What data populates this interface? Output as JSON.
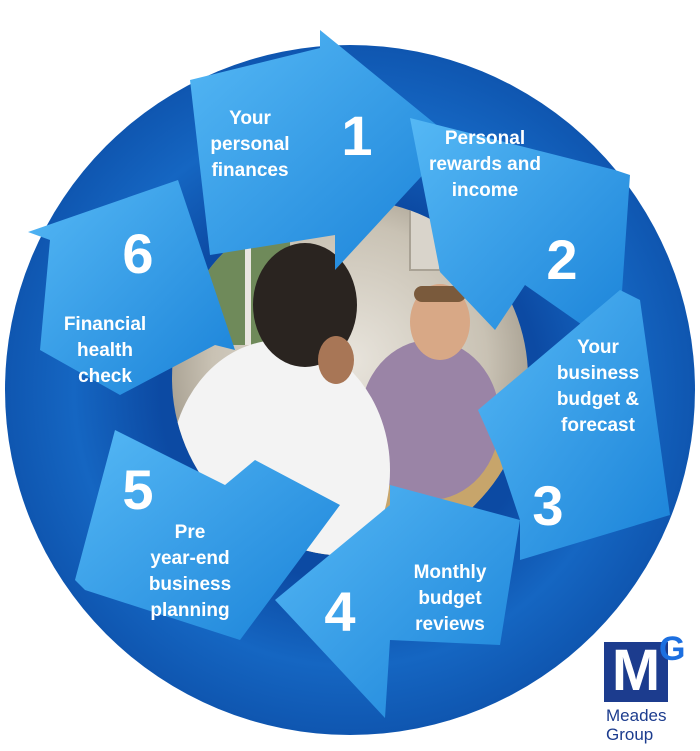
{
  "steps": [
    {
      "number": "1",
      "label": "Your\npersonal\nfinances"
    },
    {
      "number": "2",
      "label": "Personal\nrewards and\nincome"
    },
    {
      "number": "3",
      "label": "Your\nbusiness\nbudget &\nforecast"
    },
    {
      "number": "4",
      "label": "Monthly\nbudget\nreviews"
    },
    {
      "number": "5",
      "label": "Pre\nyear-end\nbusiness\nplanning"
    },
    {
      "number": "6",
      "label": "Financial\nhealth\ncheck"
    }
  ],
  "logo": {
    "letter_m": "M",
    "letter_g": "G",
    "name": "Meades\nGroup"
  },
  "colors": {
    "ring_dark": "#0d4fa8",
    "ring_mid": "#1a79d0",
    "arrow_light": "#3aa4ef",
    "arrow_bright": "#1f8ee0",
    "logo_navy": "#1c3c8e",
    "logo_blue": "#1c6fe0"
  },
  "photo": {
    "description_icon": "meeting-photo"
  }
}
